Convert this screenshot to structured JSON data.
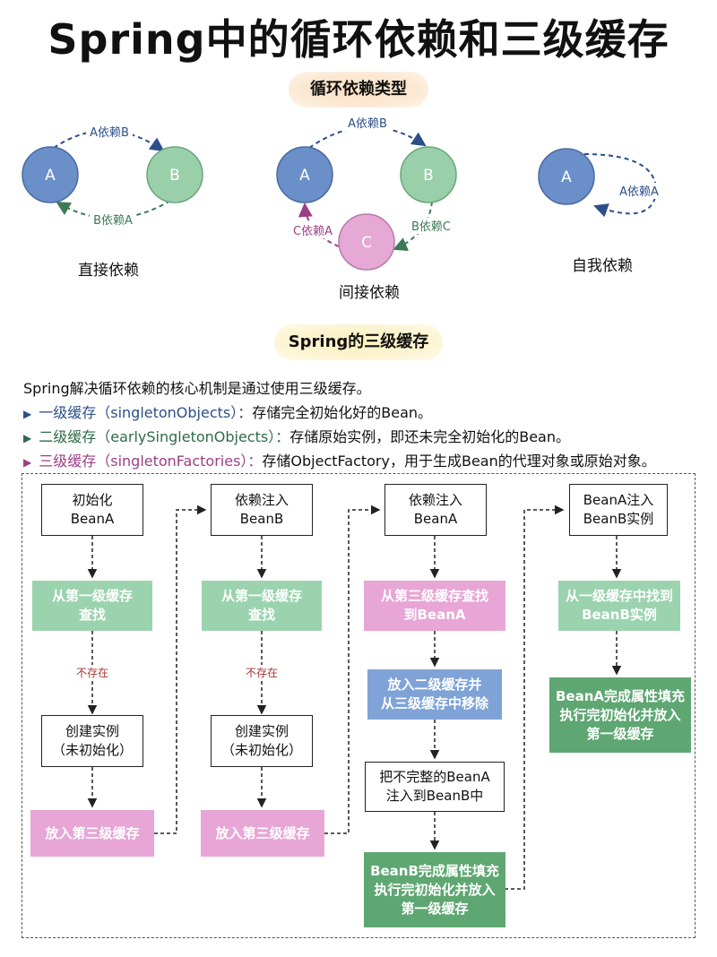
{
  "title": "Spring中的循环依赖和三级缓存",
  "section1": {
    "title": "循环依赖类型",
    "direct": {
      "caption": "直接依赖",
      "node_a": "A",
      "node_b": "B",
      "edge_top": "A依赖B",
      "edge_bottom": "B依赖A"
    },
    "indirect": {
      "caption": "间接依赖",
      "node_a": "A",
      "node_b": "B",
      "node_c": "C",
      "edge_ab": "A依赖B",
      "edge_bc": "B依赖C",
      "edge_ca": "C依赖A"
    },
    "self": {
      "caption": "自我依赖",
      "node_a": "A",
      "edge": "A依赖A"
    }
  },
  "section2": {
    "title": "Spring的三级缓存",
    "intro": "Spring解决循环依赖的核心机制是通过使用三级缓存。",
    "levels": [
      {
        "name": "一级缓存（singletonObjects）：",
        "desc": "存储完全初始化好的Bean。"
      },
      {
        "name": "二级缓存（earlySingletonObjects）：",
        "desc": "存储原始实例，即还未完全初始化的Bean。"
      },
      {
        "name": "三级缓存（singletonFactories）：",
        "desc": "存储ObjectFactory，用于生成Bean的代理对象或原始对象。"
      }
    ]
  },
  "flow": {
    "col1": {
      "init": "初始化\nBeanA",
      "lookup": "从第一级缓存\n查找",
      "not_exist": "不存在",
      "create": "创建实例\n（未初始化）",
      "put": "放入第三级缓存"
    },
    "col2": {
      "inject": "依赖注入\nBeanB",
      "lookup": "从第一级缓存\n查找",
      "not_exist": "不存在",
      "create": "创建实例\n（未初始化）",
      "put": "放入第三级缓存"
    },
    "col3": {
      "inject": "依赖注入\nBeanA",
      "lookup": "从第三级缓存查找\n到BeanA",
      "move": "放入二级缓存并\n从三级缓存中移除",
      "inject_incomplete": "把不完整的BeanA\n注入到BeanB中",
      "complete": "BeanB完成属性填充\n执行完初始化并放入\n第一级缓存"
    },
    "col4": {
      "inject": "BeanA注入\nBeanB实例",
      "find": "从一级缓存中找到\nBeanB实例",
      "complete": "BeanA完成属性填充\n执行完初始化并放入\n第一级缓存"
    }
  },
  "colors": {
    "node_blue": "#6a8fc9",
    "node_green": "#9ad0a9",
    "node_pink": "#e6a9d6",
    "green_box": "#9bd3ae",
    "pink_box": "#e7a6d5",
    "blue_box": "#7fa3d6",
    "dark_green_box": "#5fa772",
    "level1": "#2c4f89",
    "level2": "#2f6b48",
    "level3": "#9b3f86"
  }
}
